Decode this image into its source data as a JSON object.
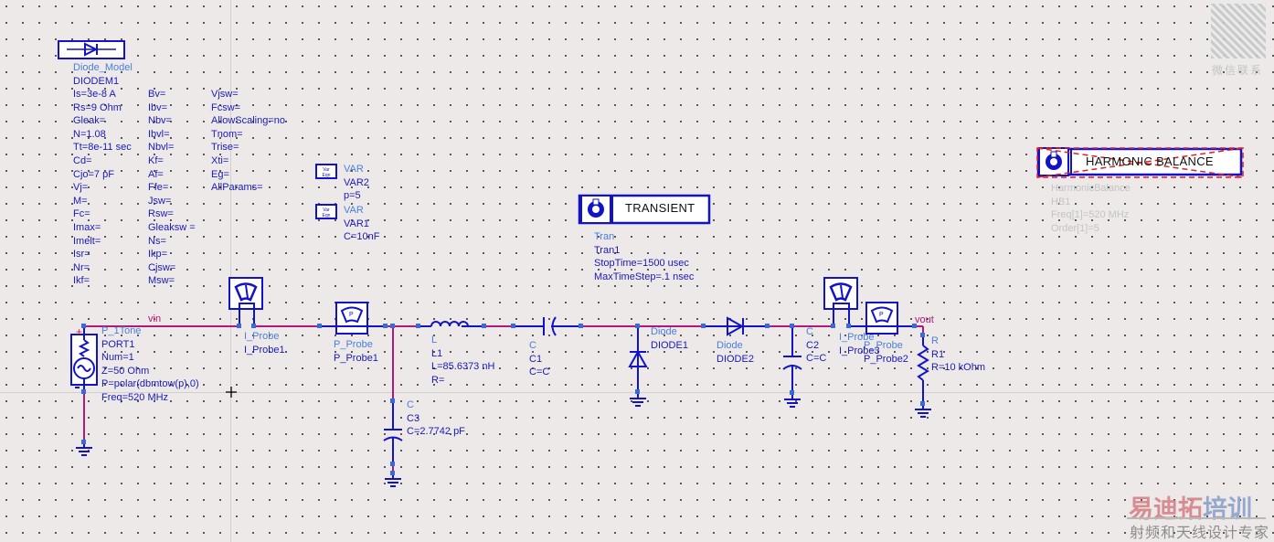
{
  "colors": {
    "component": "#1212c8",
    "wire": "#b01879",
    "param_text": "#1a1ab8",
    "component_type": "#4a7fe0",
    "disabled": "#c4c4c4"
  },
  "diode_model": {
    "type": "Diode_Model",
    "name": "DIODEM1",
    "col1": [
      "Is=3e-8 A",
      "Rs=9 Ohm",
      "Gleak=",
      "N=1.08",
      "Tt=8e-11 sec",
      "Cd=",
      "Cjo=7 pF",
      "Vj=",
      "M=",
      "Fc=",
      "Imax=",
      "Imelt=",
      "Isr=",
      "Nr=",
      "Ikf="
    ],
    "col2": [
      "Bv=",
      "Ibv=",
      "Nbv=",
      "Ibvl=",
      "Nbvl=",
      "Kf=",
      "Af=",
      "Ffe=",
      "Jsw=",
      "Rsw=",
      "Gleaksw =",
      "Ns=",
      "Ikp=",
      "Cjsw=",
      "Msw="
    ],
    "col3": [
      "Vjsw=",
      "Fcsw=",
      "AllowScaling=no",
      "Tnom=",
      "Trise=",
      "Xti=",
      "Eg=",
      "AllParams="
    ]
  },
  "var2": {
    "icon": "Var Eqn",
    "type": "VAR",
    "name": "VAR2",
    "params": [
      "p=5"
    ]
  },
  "var1": {
    "icon": "Var Eqn",
    "type": "VAR",
    "name": "VAR1",
    "params": [
      "C=10nF"
    ]
  },
  "transient": {
    "label": "TRANSIENT",
    "type": "Tran",
    "name": "Tran1",
    "params": [
      "StopTime=1500 usec",
      "MaxTimeStep=.1 nsec"
    ]
  },
  "harmonic_balance": {
    "label": "HARMONIC BALANCE",
    "type": "HarmonicBalance",
    "name": "HB1",
    "params": [
      "Freq[1]=520 MHz",
      "Order[1]=5"
    ],
    "deactivated": true
  },
  "nets": {
    "vin": "vin",
    "vout": "vout"
  },
  "port1": {
    "type": "P_1Tone",
    "name": "PORT1",
    "params": [
      "Num=1",
      "Z=50 Ohm",
      "P=polar(dbmtow(p),0)",
      "Freq=520 MHz"
    ]
  },
  "i_probe1": {
    "type": "I_Probe",
    "name": "I_Probe1"
  },
  "p_probe1": {
    "type": "P_Probe",
    "name": "P_Probe1"
  },
  "l1": {
    "type": "L",
    "name": "L1",
    "params": [
      "L=85.6373 nH",
      "R="
    ]
  },
  "c1": {
    "type": "C",
    "name": "C1",
    "params": [
      "C=C"
    ]
  },
  "c3": {
    "type": "C",
    "name": "C3",
    "params": [
      "C=2.7742 pF"
    ]
  },
  "diode1": {
    "type": "Diode",
    "name": "DIODE1"
  },
  "diode2": {
    "type": "Diode",
    "name": "DIODE2"
  },
  "c2": {
    "type": "C",
    "name": "C2",
    "params": [
      "C=C"
    ]
  },
  "i_probe3": {
    "type": "I_Probe",
    "name": "I_Probe3"
  },
  "p_probe2": {
    "type": "P_Probe",
    "name": "P_Probe2"
  },
  "r1": {
    "type": "R",
    "name": "R1",
    "params": [
      "R=10 kOhm"
    ]
  },
  "watermark": {
    "qr_caption": "微信联系",
    "brand_a": "易迪拓",
    "brand_b": "培训",
    "tagline": "射频和天线设计专家"
  }
}
